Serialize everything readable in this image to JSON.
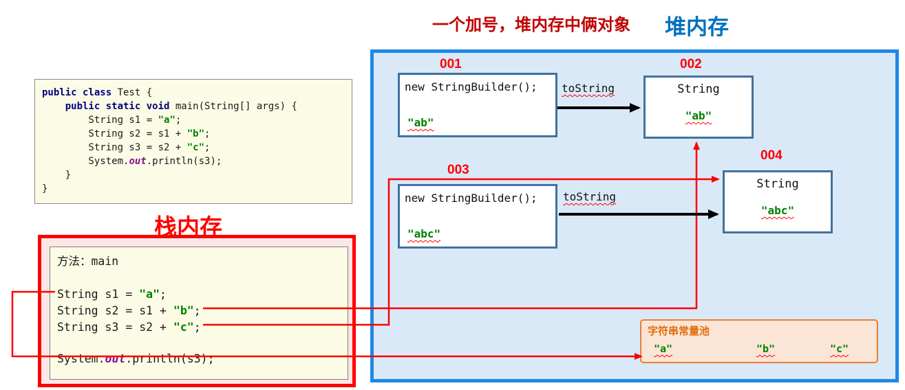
{
  "colors": {
    "accent_red": "#FF0000",
    "caption_dark_red": "#C00000",
    "heap_border_blue": "#1E88E5",
    "title_blue": "#0070C0",
    "string_green": "#008000",
    "pool_orange": "#ED7D31"
  },
  "titles": {
    "top_caption": "一个加号，堆内存中俩对象",
    "heap": "堆内存",
    "stack": "栈内存"
  },
  "code_block": {
    "lines": [
      {
        "tokens": [
          {
            "t": "public class "
          },
          {
            "t": "Test {"
          }
        ]
      },
      {
        "tokens": [
          {
            "t": "    "
          },
          {
            "t": "public static void "
          },
          {
            "t": "main(String[] args) {"
          }
        ]
      },
      {
        "tokens": [
          {
            "t": "        String s1 = "
          },
          {
            "t": "\"a\""
          },
          {
            "t": ";"
          }
        ]
      },
      {
        "tokens": [
          {
            "t": "        String s2 = s1 + "
          },
          {
            "t": "\"b\""
          },
          {
            "t": ";"
          }
        ]
      },
      {
        "tokens": [
          {
            "t": "        String s3 = s2 + "
          },
          {
            "t": "\"c\""
          },
          {
            "t": ";"
          }
        ]
      },
      {
        "tokens": [
          {
            "t": "        System."
          },
          {
            "t": "out"
          },
          {
            "t": ".println(s3);"
          }
        ]
      },
      {
        "tokens": [
          {
            "t": "    }"
          }
        ]
      },
      {
        "tokens": [
          {
            "t": "}"
          }
        ]
      }
    ]
  },
  "stack": {
    "method_label": "方法：main",
    "lines": [
      {
        "tokens": [
          {
            "t": "String s1 = "
          },
          {
            "t": "\"a\""
          },
          {
            "t": ";"
          }
        ]
      },
      {
        "tokens": [
          {
            "t": "String s2 = s1 + "
          },
          {
            "t": "\"b\""
          },
          {
            "t": ";"
          }
        ]
      },
      {
        "tokens": [
          {
            "t": "String s3 = s2 + "
          },
          {
            "t": "\"c\""
          },
          {
            "t": ";"
          }
        ]
      }
    ],
    "println": {
      "tokens": [
        {
          "t": "System."
        },
        {
          "t": "out"
        },
        {
          "t": ".println(s3);"
        }
      ]
    }
  },
  "heap": {
    "objects": {
      "obj001": {
        "label": "001",
        "line1": "new StringBuilder();",
        "value": "\"ab\""
      },
      "obj002": {
        "label": "002",
        "title": "String",
        "value": "\"ab\""
      },
      "obj003": {
        "label": "003",
        "line1": "new StringBuilder();",
        "value": "\"abc\""
      },
      "obj004": {
        "label": "004",
        "title": "String",
        "value": "\"abc\""
      }
    },
    "tostring_label_1": "toString",
    "tostring_label_2": "toString",
    "pool": {
      "title": "字符串常量池",
      "values": [
        "\"a\"",
        "\"b\"",
        "\"c\""
      ]
    }
  }
}
